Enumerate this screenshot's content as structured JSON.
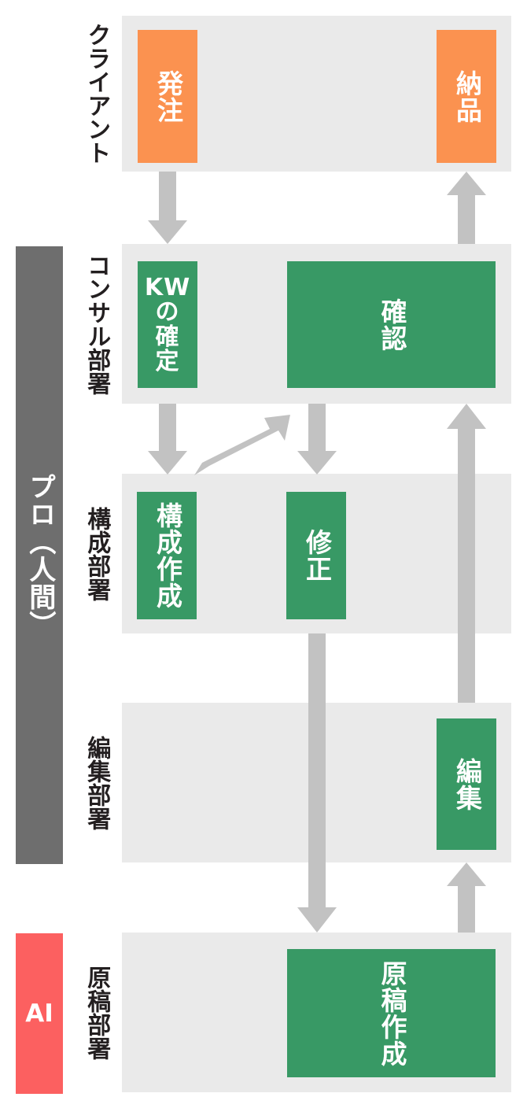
{
  "diagram": {
    "title": "",
    "colors": {
      "orange": "#FB9250",
      "green": "#389965",
      "lane_band": "#EAEAEA",
      "human_pillar": "#6E6E6E",
      "ai_pillar": "#FC6060",
      "arrow": "#C2C2C2",
      "label_text": "#231F20"
    },
    "groups": [
      {
        "id": "human",
        "label": "プロ（人間）"
      },
      {
        "id": "ai",
        "label": "AI"
      }
    ],
    "lanes": [
      {
        "id": "client",
        "label": "クライアント"
      },
      {
        "id": "consult",
        "label": "コンサル部署"
      },
      {
        "id": "structure",
        "label": "構成部署"
      },
      {
        "id": "editing",
        "label": "編集部署"
      },
      {
        "id": "draft",
        "label": "原稿部署"
      }
    ],
    "tasks": [
      {
        "id": "order",
        "label": "発注",
        "lane": "client",
        "color": "orange"
      },
      {
        "id": "delivery",
        "label": "納品",
        "lane": "client",
        "color": "orange"
      },
      {
        "id": "kw-fix",
        "label": "KW\nの\n確\n定",
        "lane": "consult",
        "color": "green"
      },
      {
        "id": "confirm",
        "label": "確認",
        "lane": "consult",
        "color": "green"
      },
      {
        "id": "structure-make",
        "label": "構成作成",
        "lane": "structure",
        "color": "green"
      },
      {
        "id": "revise",
        "label": "修正",
        "lane": "structure",
        "color": "green"
      },
      {
        "id": "edit",
        "label": "編集",
        "lane": "editing",
        "color": "green"
      },
      {
        "id": "draft-make",
        "label": "原稿作成",
        "lane": "draft",
        "color": "green"
      }
    ],
    "flows": [
      {
        "id": "order-to-kw",
        "from": "order",
        "to": "kw-fix",
        "direction": "down"
      },
      {
        "id": "kw-to-structure",
        "from": "kw-fix",
        "to": "structure-make",
        "direction": "down"
      },
      {
        "id": "structure-to-confirm",
        "from": "structure-make",
        "to": "confirm",
        "direction": "diagonal-up-right"
      },
      {
        "id": "confirm-to-revise",
        "from": "confirm",
        "to": "revise",
        "direction": "down"
      },
      {
        "id": "revise-to-draft",
        "from": "revise",
        "to": "draft-make",
        "direction": "down"
      },
      {
        "id": "draft-to-edit",
        "from": "draft-make",
        "to": "edit",
        "direction": "up"
      },
      {
        "id": "edit-to-confirm",
        "from": "edit",
        "to": "confirm",
        "direction": "up"
      },
      {
        "id": "confirm-to-delivery",
        "from": "confirm",
        "to": "delivery",
        "direction": "up"
      }
    ]
  }
}
